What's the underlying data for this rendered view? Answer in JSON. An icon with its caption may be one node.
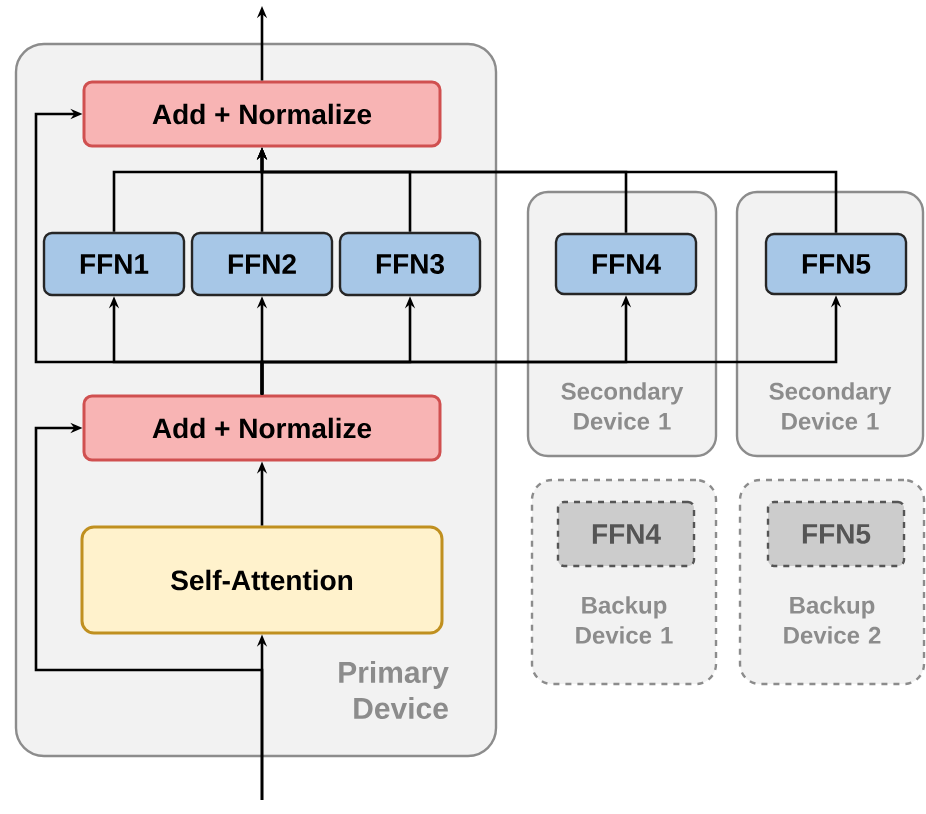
{
  "diagram": {
    "nodes": [
      {
        "text": [
          "Primary Device"
        ]
      },
      {
        "text": [
          "Add + Normalize"
        ],
        "in": 0
      },
      {
        "text": [
          "FFN1"
        ],
        "in": 0
      },
      {
        "text": [
          "FFN2"
        ],
        "in": 0
      },
      {
        "text": [
          "FFN3"
        ],
        "in": 0
      },
      {
        "text": [
          "Add + Normalize"
        ],
        "in": 0
      },
      {
        "text": [
          "Self-Attention"
        ],
        "in": 0
      },
      {
        "text": [
          "Secondary Device 1"
        ]
      },
      {
        "text": [
          "FFN4"
        ],
        "in": 7
      },
      {
        "text": [
          "Secondary Device 1"
        ]
      },
      {
        "text": [
          "FFN5"
        ],
        "in": 9
      },
      {
        "text": [
          "Backup Device 1"
        ]
      },
      {
        "text": [
          "FFN4"
        ],
        "in": 11
      },
      {
        "text": [
          "Backup Device 2"
        ]
      },
      {
        "text": [
          "FFN5"
        ],
        "in": 13
      }
    ],
    "edges": [
      {
        "from": null,
        "to": 6,
        "arrow": "to"
      },
      {
        "from": null,
        "to": 5,
        "arrow": "to"
      },
      {
        "from": 6,
        "to": 5,
        "arrow": "to"
      },
      {
        "from": 5,
        "to": 2,
        "arrow": "to"
      },
      {
        "from": 5,
        "to": 3,
        "arrow": "to"
      },
      {
        "from": 5,
        "to": 4,
        "arrow": "to"
      },
      {
        "from": 5,
        "to": 8,
        "arrow": "to"
      },
      {
        "from": 5,
        "to": 10,
        "arrow": "to"
      },
      {
        "from": 5,
        "to": 1,
        "arrow": "to"
      },
      {
        "from": 2,
        "to": 1,
        "arrow": "to"
      },
      {
        "from": 3,
        "to": 1,
        "arrow": "to"
      },
      {
        "from": 4,
        "to": 1,
        "arrow": "to"
      },
      {
        "from": 8,
        "to": 1,
        "arrow": "to"
      },
      {
        "from": 10,
        "to": 1,
        "arrow": "to"
      },
      {
        "from": 1,
        "to": null,
        "arrow": "to"
      }
    ]
  }
}
